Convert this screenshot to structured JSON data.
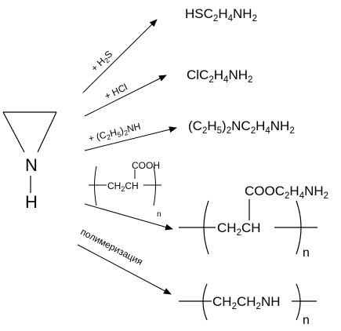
{
  "reactant": {
    "atom_n": "N",
    "atom_h": "H"
  },
  "reagents": [
    {
      "id": "h2s",
      "text": "+ H",
      "sub": "2",
      "tail": "S"
    },
    {
      "id": "hcl",
      "text": "+ HCl"
    },
    {
      "id": "amine",
      "text": "+ (C",
      "sub1": "2",
      "mid1": "H",
      "sub2": "5",
      "mid2": ")",
      "sub3": "2",
      "tail": "NH"
    }
  ],
  "products": [
    {
      "id": "thiol",
      "parts": [
        "HSC",
        "2",
        "H",
        "4",
        "NH",
        "2"
      ]
    },
    {
      "id": "chloro",
      "parts": [
        "ClC",
        "2",
        "H",
        "4",
        "NH",
        "2"
      ]
    },
    {
      "id": "diethylamino",
      "parts": [
        "(C",
        "2",
        "H",
        "5",
        ")",
        "2",
        "NC",
        "2",
        "H",
        "4",
        "NH",
        "2"
      ]
    }
  ],
  "polyacrylic_reagent": {
    "side": "COOH",
    "chain": "CH",
    "chain_sub": "2",
    "chain_tail": "CH",
    "n": "n"
  },
  "polyacrylic_product": {
    "side_prefix": "COOC",
    "side_sub1": "2",
    "side_mid": "H",
    "side_sub2": "4",
    "side_tail": "NH",
    "side_sub3": "2",
    "chain": "CH",
    "chain_sub": "2",
    "chain_tail": "CH",
    "n": "n"
  },
  "polymerization": {
    "label": "полимеризация",
    "chain": "CH",
    "sub1": "2",
    "mid": "CH",
    "sub2": "2",
    "tail": "NH",
    "n": "n"
  }
}
